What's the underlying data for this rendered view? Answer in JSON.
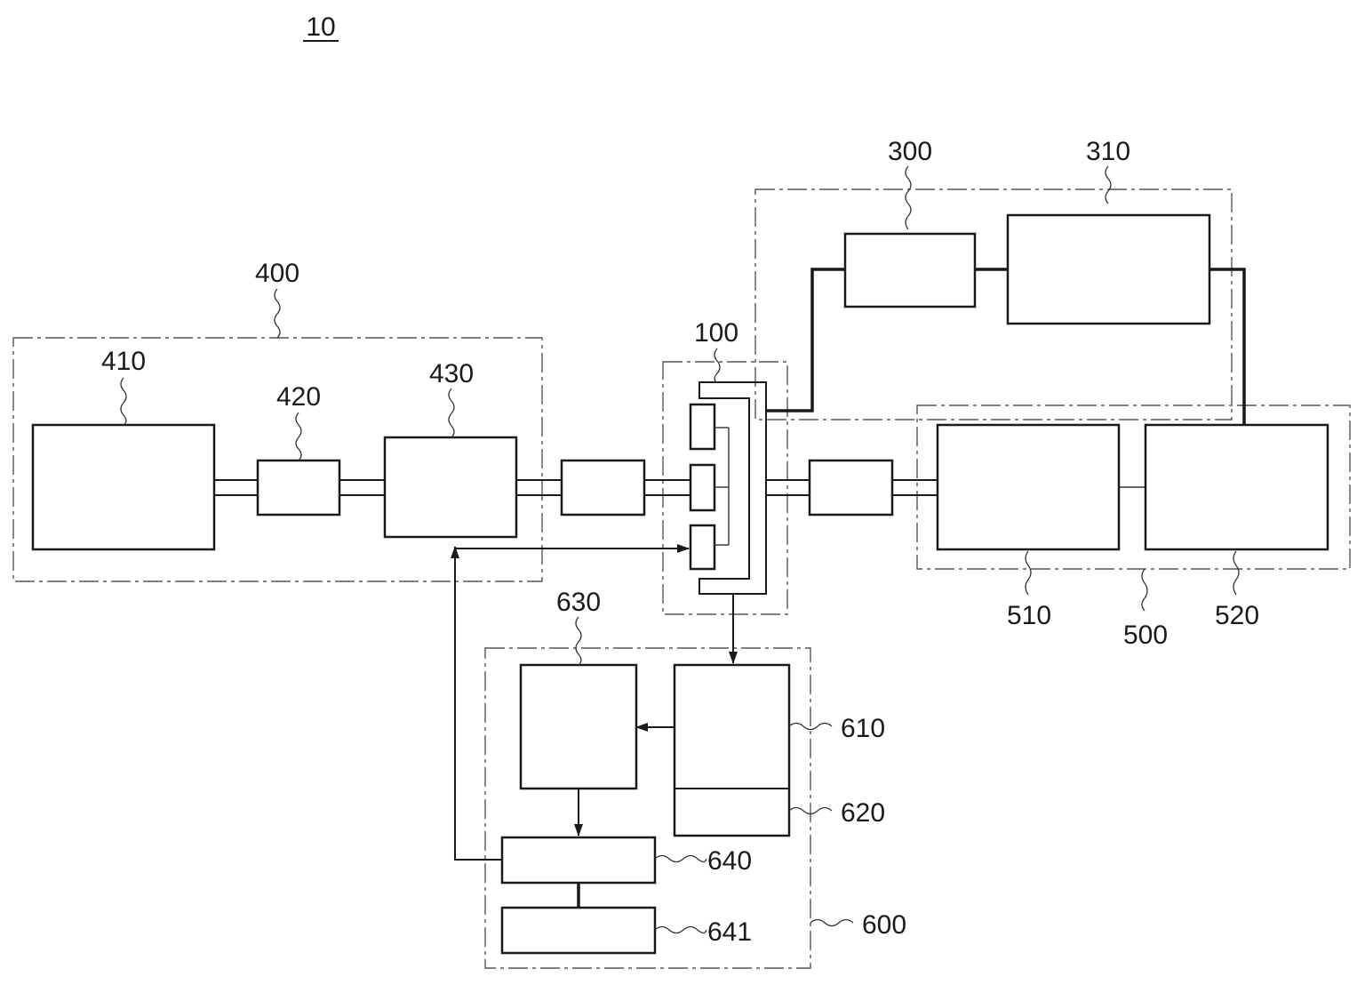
{
  "figure": {
    "title_ref": "10",
    "labels": {
      "l100": "100",
      "l300": "300",
      "l310": "310",
      "l400": "400",
      "l410": "410",
      "l420": "420",
      "l430": "430",
      "l500": "500",
      "l510": "510",
      "l520": "520",
      "l600": "600",
      "l610": "610",
      "l620": "620",
      "l630": "630",
      "l640": "640",
      "l641": "641"
    }
  }
}
